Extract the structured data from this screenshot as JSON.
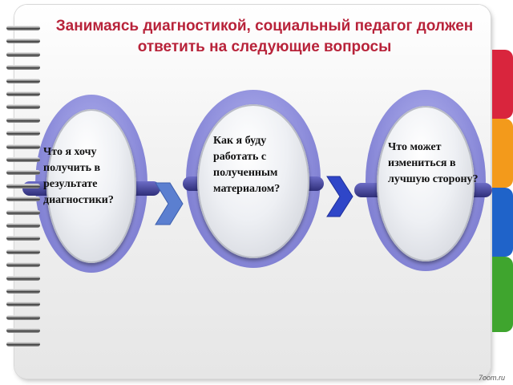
{
  "title": "Занимаясь диагностикой, социальный педагог должен ответить на следующие вопросы",
  "questions": [
    {
      "text": "Что я хочу получить в результате диагностики?"
    },
    {
      "text": "Как я буду работать с полученным материалом?"
    },
    {
      "text": "Что может измениться в лучшую сторону?"
    }
  ],
  "watermark": "7oom.ru",
  "colors": {
    "title": "#b8233a",
    "halo": "#8f8fdc",
    "chevron_1": "#5b7fd0",
    "chevron_2": "#2f46c8",
    "tabs": [
      "#d9253d",
      "#f39a1b",
      "#1f63c9",
      "#3fa52e"
    ]
  }
}
